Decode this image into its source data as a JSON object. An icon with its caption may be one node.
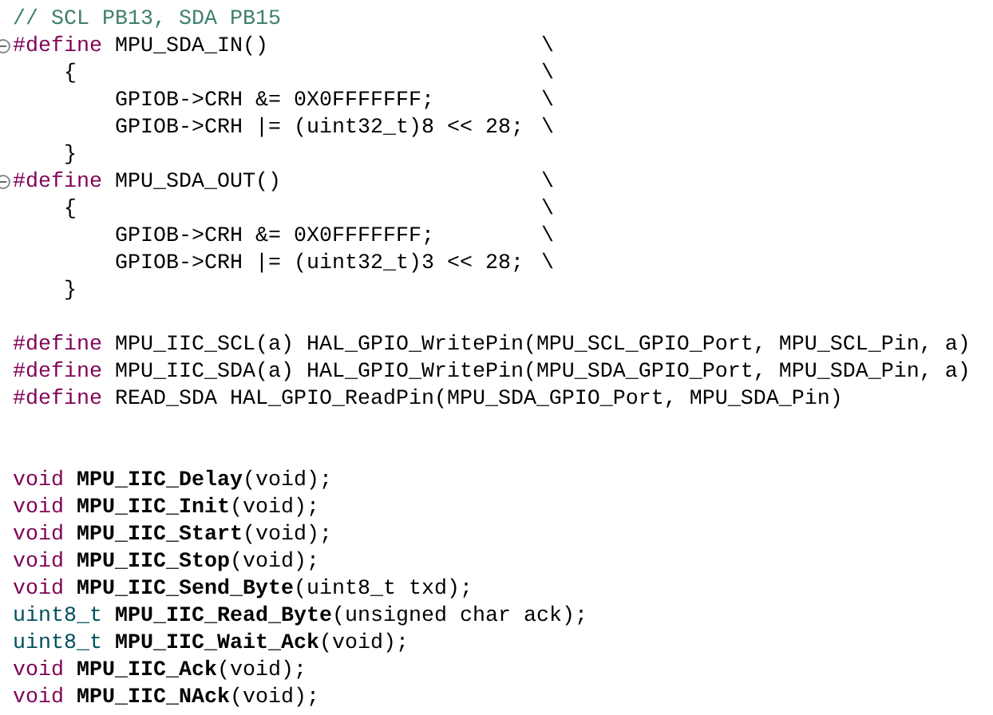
{
  "diagram": {
    "labels": [
      "// SCL PB13, SDA PB15",
      "#define MPU_SDA_IN()",
      "\\",
      "{",
      "\\",
      "GPIOB->CRH &= 0X0FFFFFFF;",
      "\\",
      "GPIOB->CRH |= (uint32_t)8 << 28;",
      "\\",
      "}",
      "#define MPU_SDA_OUT()",
      "\\",
      "{",
      "\\",
      "GPIOB->CRH &= 0X0FFFFFFF;",
      "\\",
      "GPIOB->CRH |= (uint32_t)3 << 28;",
      "\\",
      "}",
      "#define MPU_IIC_SCL(a) HAL_GPIO_WritePin(MPU_SCL_GPIO_Port, MPU_SCL_Pin, a)",
      "#define MPU_IIC_SDA(a) HAL_GPIO_WritePin(MPU_SDA_GPIO_Port, MPU_SDA_Pin, a)",
      "#define READ_SDA HAL_GPIO_ReadPin(MPU_SDA_GPIO_Port, MPU_SDA_Pin)",
      "void **MPU_IIC_Delay**(void);",
      "void **MPU_IIC_Init**(void);",
      "void **MPU_IIC_Start**(void);",
      "void **MPU_IIC_Stop**(void);",
      "void **MPU_IIC_Send_Byte**(uint8_t txd);",
      "uint8_t **MPU_IIC_Read_Byte**(unsigned char ack);",
      "uint8_t **MPU_IIC_Wait_Ack**(void);",
      "void **MPU_IIC_Ack**(void);",
      "void **MPU_IIC_NAck**(void);"
    ]
  }
}
